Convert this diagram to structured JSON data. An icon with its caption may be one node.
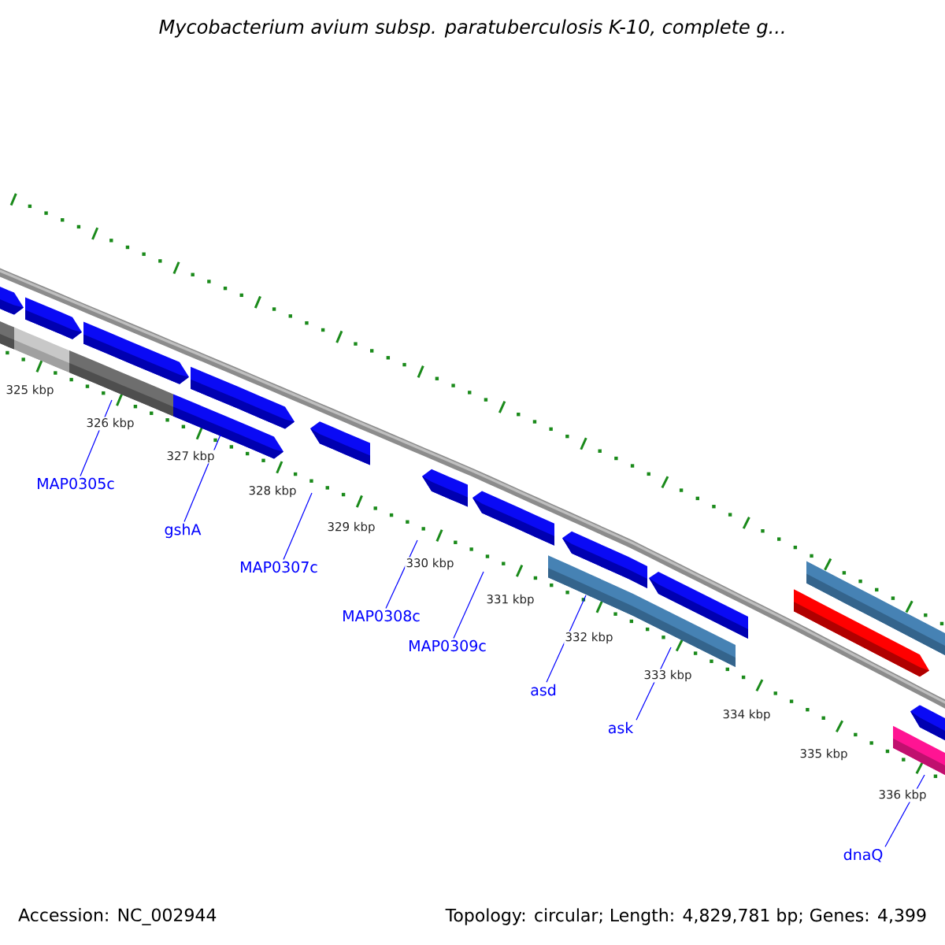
{
  "diagram": {
    "title": "Mycobacterium avium subsp. paratuberculosis K-10, complete g...",
    "nodes": [
      {
        "text": [
          "MAP0305c"
        ]
      },
      {
        "text": [
          "gshA"
        ]
      },
      {
        "text": [
          "MAP0307c"
        ]
      },
      {
        "text": [
          "MAP0308c"
        ]
      },
      {
        "text": [
          "MAP0309c"
        ]
      },
      {
        "text": [
          "asd"
        ]
      },
      {
        "text": [
          "ask"
        ]
      },
      {
        "text": [
          "dnaQ"
        ]
      }
    ],
    "edges": [
      {
        "from": 0,
        "to": null,
        "arrow": "none"
      },
      {
        "from": 1,
        "to": null,
        "arrow": "none"
      },
      {
        "from": 2,
        "to": null,
        "arrow": "none"
      },
      {
        "from": 3,
        "to": null,
        "arrow": "none"
      },
      {
        "from": 4,
        "to": null,
        "arrow": "none"
      },
      {
        "from": 5,
        "to": null,
        "arrow": "none"
      },
      {
        "from": 6,
        "to": null,
        "arrow": "none"
      },
      {
        "from": 7,
        "to": null,
        "arrow": "none"
      }
    ],
    "labels": [
      "325 kbp",
      "326 kbp",
      "327 kbp",
      "328 kbp",
      "329 kbp",
      "330 kbp",
      "331 kbp",
      "332 kbp",
      "333 kbp",
      "334 kbp",
      "335 kbp",
      "336 kbp",
      "Accession: NC_002944",
      "Topology: circular; Length: 4,829,781 bp; Genes: 4,399"
    ]
  }
}
